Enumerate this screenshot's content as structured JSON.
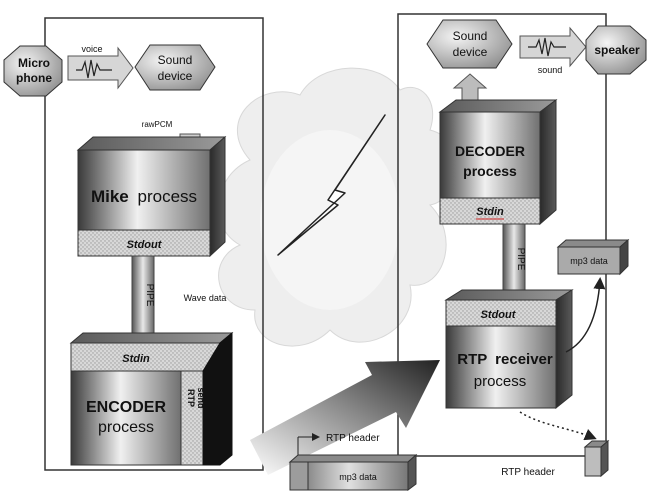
{
  "sender": {
    "microphone": [
      "Micro",
      "phone"
    ],
    "voice": "voice",
    "sound_device": [
      "Sound",
      "device"
    ],
    "raw_pcm": "rawPCM",
    "mike_process": {
      "bold": "Mike",
      "normal": "process"
    },
    "stdout": "Stdout",
    "pipe": "PIPE",
    "wave_data": "Wave data",
    "stdin": "Stdin",
    "encoder": "ENCODER",
    "encoder_process": "process",
    "rtp_send": [
      "RTP",
      "send"
    ]
  },
  "network": {
    "rtp_header": "RTP header",
    "mp3_data": "mp3 data"
  },
  "receiver": {
    "sound_device": [
      "Sound",
      "device"
    ],
    "sound": "sound",
    "speaker": "speaker",
    "decoder": "DECODER",
    "decoder_process": "process",
    "stdin": "Stdin",
    "pipe": "PIPE",
    "mp3_data": "mp3 data",
    "stdout": "Stdout",
    "rtp_receiver": [
      "RTP",
      "receiver"
    ],
    "rtp_receiver_process": "process",
    "rtp_header": "RTP header"
  }
}
